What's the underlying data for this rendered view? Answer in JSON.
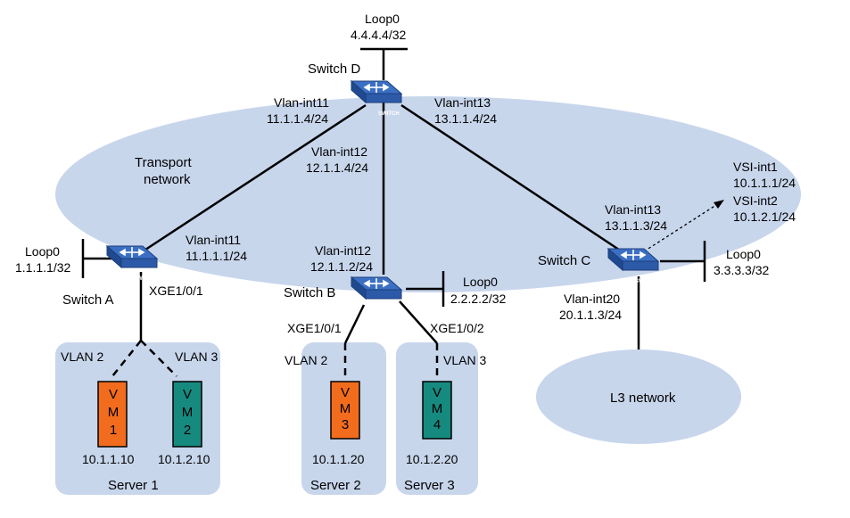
{
  "colors": {
    "cloud": "#c8d6ec",
    "server_box": "#c8d6ec",
    "switch_face": "#2d5aa8",
    "switch_top": "#3b6fc4",
    "vm_orange": "#f26c1e",
    "vm_teal": "#178a80",
    "line": "#000000"
  },
  "clouds": {
    "transport": "Transport network",
    "transport_line1": "Transport",
    "transport_line2": "network",
    "l3": "L3 network"
  },
  "switches": {
    "a": {
      "name": "Switch A",
      "badge": "SWITCH"
    },
    "b": {
      "name": "Switch B",
      "badge": "SWITCH"
    },
    "c": {
      "name": "Switch C",
      "badge": "SWITCH"
    },
    "d": {
      "name": "Switch D",
      "badge": "SWITCH"
    }
  },
  "loopbacks": {
    "d": {
      "name": "Loop0",
      "ip": "4.4.4.4/32"
    },
    "a": {
      "name": "Loop0",
      "ip": "1.1.1.1/32"
    },
    "b": {
      "name": "Loop0",
      "ip": "2.2.2.2/32"
    },
    "c": {
      "name": "Loop0",
      "ip": "3.3.3.3/32"
    }
  },
  "interfaces": {
    "d_to_a": {
      "name": "Vlan-int11",
      "ip": "11.1.1.4/24"
    },
    "d_to_b": {
      "name": "Vlan-int12",
      "ip": "12.1.1.4/24"
    },
    "d_to_c": {
      "name": "Vlan-int13",
      "ip": "13.1.1.4/24"
    },
    "a_up": {
      "name": "Vlan-int11",
      "ip": "11.1.1.1/24"
    },
    "b_up": {
      "name": "Vlan-int12",
      "ip": "12.1.1.2/24"
    },
    "c_up": {
      "name": "Vlan-int13",
      "ip": "13.1.1.3/24"
    },
    "c_l3": {
      "name": "Vlan-int20",
      "ip": "20.1.1.3/24"
    },
    "c_vsi1": {
      "name": "VSI-int1",
      "ip": "10.1.1.1/24"
    },
    "c_vsi2": {
      "name": "VSI-int2",
      "ip": "10.1.2.1/24"
    },
    "a_down": "XGE1/0/1",
    "b_down1": "XGE1/0/1",
    "b_down2": "XGE1/0/2"
  },
  "servers": {
    "s1": {
      "name": "Server 1",
      "vlan_left": "VLAN 2",
      "vlan_right": "VLAN 3"
    },
    "s2": {
      "name": "Server 2",
      "vlan": "VLAN 2"
    },
    "s3": {
      "name": "Server 3",
      "vlan": "VLAN 3"
    }
  },
  "vms": {
    "vm1": {
      "l1": "V",
      "l2": "M",
      "l3": "1",
      "ip": "10.1.1.10"
    },
    "vm2": {
      "l1": "V",
      "l2": "M",
      "l3": "2",
      "ip": "10.1.2.10"
    },
    "vm3": {
      "l1": "V",
      "l2": "M",
      "l3": "3",
      "ip": "10.1.1.20"
    },
    "vm4": {
      "l1": "V",
      "l2": "M",
      "l3": "4",
      "ip": "10.1.2.20"
    }
  }
}
